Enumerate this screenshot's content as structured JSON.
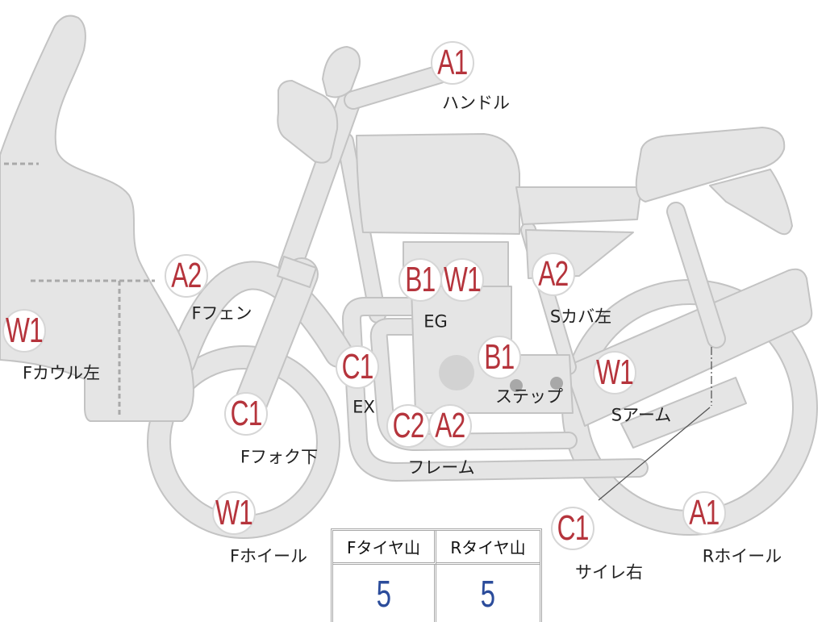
{
  "diagram": {
    "parts": [
      {
        "label": "ハンドル",
        "codes": [
          "A1"
        ]
      },
      {
        "label": "Fフェン",
        "codes": [
          "A2"
        ]
      },
      {
        "label": "Fカウル左",
        "codes": [
          "W1"
        ]
      },
      {
        "label": "EG",
        "codes": [
          "B1",
          "W1"
        ]
      },
      {
        "label": "Sカバ左",
        "codes": [
          "A2"
        ]
      },
      {
        "label": "EX",
        "codes": [
          "C1"
        ]
      },
      {
        "label": "ステップ",
        "codes": [
          "B1"
        ]
      },
      {
        "label": "Sアーム",
        "codes": [
          "W1"
        ]
      },
      {
        "label": "Fフォク下",
        "codes": [
          "C1"
        ]
      },
      {
        "label": "フレーム",
        "codes": [
          "C2",
          "A2"
        ]
      },
      {
        "label": "Fホイール",
        "codes": [
          "W1"
        ]
      },
      {
        "label": "サイレ右",
        "codes": [
          "C1"
        ]
      },
      {
        "label": "Rホイール",
        "codes": [
          "A1"
        ]
      }
    ]
  },
  "tire_table": {
    "headers": [
      "Fタイヤ山",
      "Rタイヤ山"
    ],
    "values": [
      "5",
      "5"
    ]
  },
  "colors": {
    "code_text": "#b5343c",
    "bike_fill": "#e5e5e5",
    "bike_outline": "#c3c3c3",
    "table_value": "#2b4c9b",
    "label_text": "#222222",
    "badge_border": "#d6d6d6"
  }
}
